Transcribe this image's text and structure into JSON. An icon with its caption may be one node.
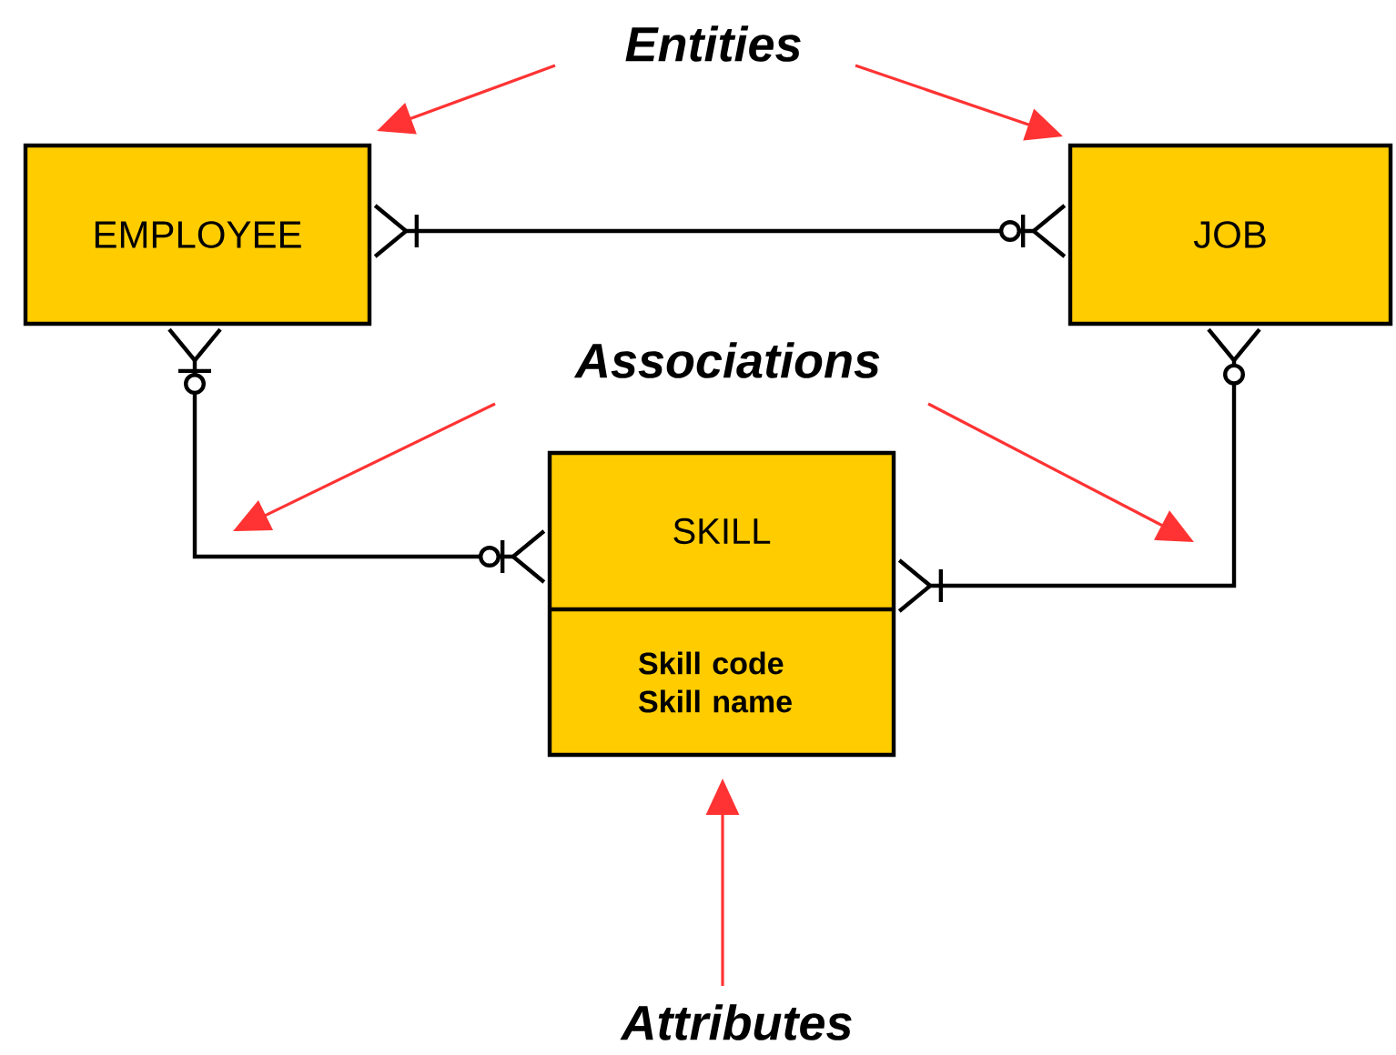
{
  "diagram": {
    "nodes": [
      {
        "text": [
          "Entities"
        ]
      },
      {
        "text": [
          "EMPLOYEE"
        ]
      },
      {
        "text": [
          "JOB"
        ]
      },
      {
        "text": [
          "Associations"
        ]
      },
      {
        "text": [
          "SKILL",
          "Skill code Skill name"
        ]
      },
      {
        "text": [
          "Attributes"
        ]
      }
    ],
    "edges": [
      {
        "from": 1,
        "to": 2,
        "arrow": "other",
        "color": "#000000"
      },
      {
        "from": 1,
        "to": 4,
        "arrow": "other",
        "color": "#000000"
      },
      {
        "from": 2,
        "to": 4,
        "arrow": "other",
        "color": "#000000"
      },
      {
        "from": 0,
        "to": 1,
        "arrow": "to"
      },
      {
        "from": 0,
        "to": 2,
        "arrow": "to"
      },
      {
        "from": 3,
        "to": null,
        "arrow": "to"
      },
      {
        "from": 3,
        "to": null,
        "arrow": "to"
      },
      {
        "from": 5,
        "to": 4,
        "arrow": "to"
      }
    ]
  }
}
